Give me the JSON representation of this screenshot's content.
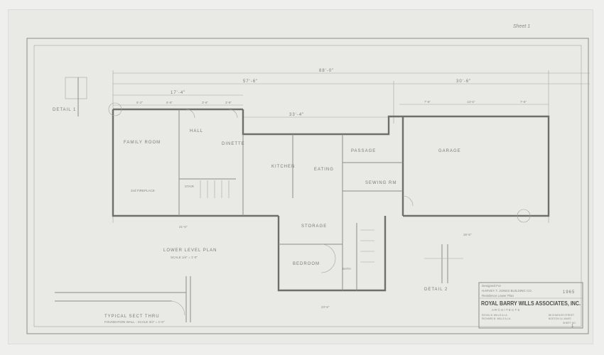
{
  "drawing": {
    "plan_title": "LOWER LEVEL PLAN",
    "plan_scale": "SCALE 1/4\" = 1'-0\"",
    "section_title": "TYPICAL SECT THRU",
    "section_subtitle": "FOUNDATION WALL - SCALE 3/4\" = 1'-0\"",
    "detail_1": "DETAIL 1",
    "detail_2": "DETAIL 2",
    "corner_note": "Sheet 1",
    "rooms": {
      "family_room": "FAMILY ROOM",
      "hall": "HALL",
      "dinette": "DINETTE",
      "kitchen": "KITCHEN",
      "eating": "EATING",
      "passage": "PASSAGE",
      "sewing": "SEWING RM",
      "garage": "GARAGE",
      "storage": "STORAGE",
      "bedroom": "BEDROOM",
      "bath": "BATH",
      "stair": "STAIR",
      "fireplace": "2nd FIREPLACE"
    },
    "dimensions": {
      "overall": "88'-0\"",
      "left": "57'-6\"",
      "right": "30'-6\"",
      "family": "17'-4\"",
      "mid": "33'-4\"",
      "d1": "5'-2\"",
      "d2": "5'-6\"",
      "d3": "3'-6\"",
      "d4": "3'-8\"",
      "d5": "7'-6\"",
      "d6": "13'-6\"",
      "d7": "7'-6\"",
      "d8": "21'-6\"",
      "d9": "23'-6\"",
      "d10": "26'-6\""
    }
  },
  "title_block": {
    "line1": "Designed For",
    "line2": "HARVEY T. JONES BUILDING CO.",
    "line3": "Residence Lower Plan",
    "firm": "ROYAL BARRY WILLS ASSOCIATES, INC.",
    "firm_type": "A R C H I T E C T S",
    "partner1": "ROYAL B. WILLS A.I.A.",
    "partner2": "RICHARD B. WILLS A.I.A.",
    "address1": "88 CHARLES STREET",
    "address2": "BOSTON 14, MASS.",
    "year": "1965",
    "sheet_label": "SHEET NO.",
    "sheet_number": "1"
  }
}
